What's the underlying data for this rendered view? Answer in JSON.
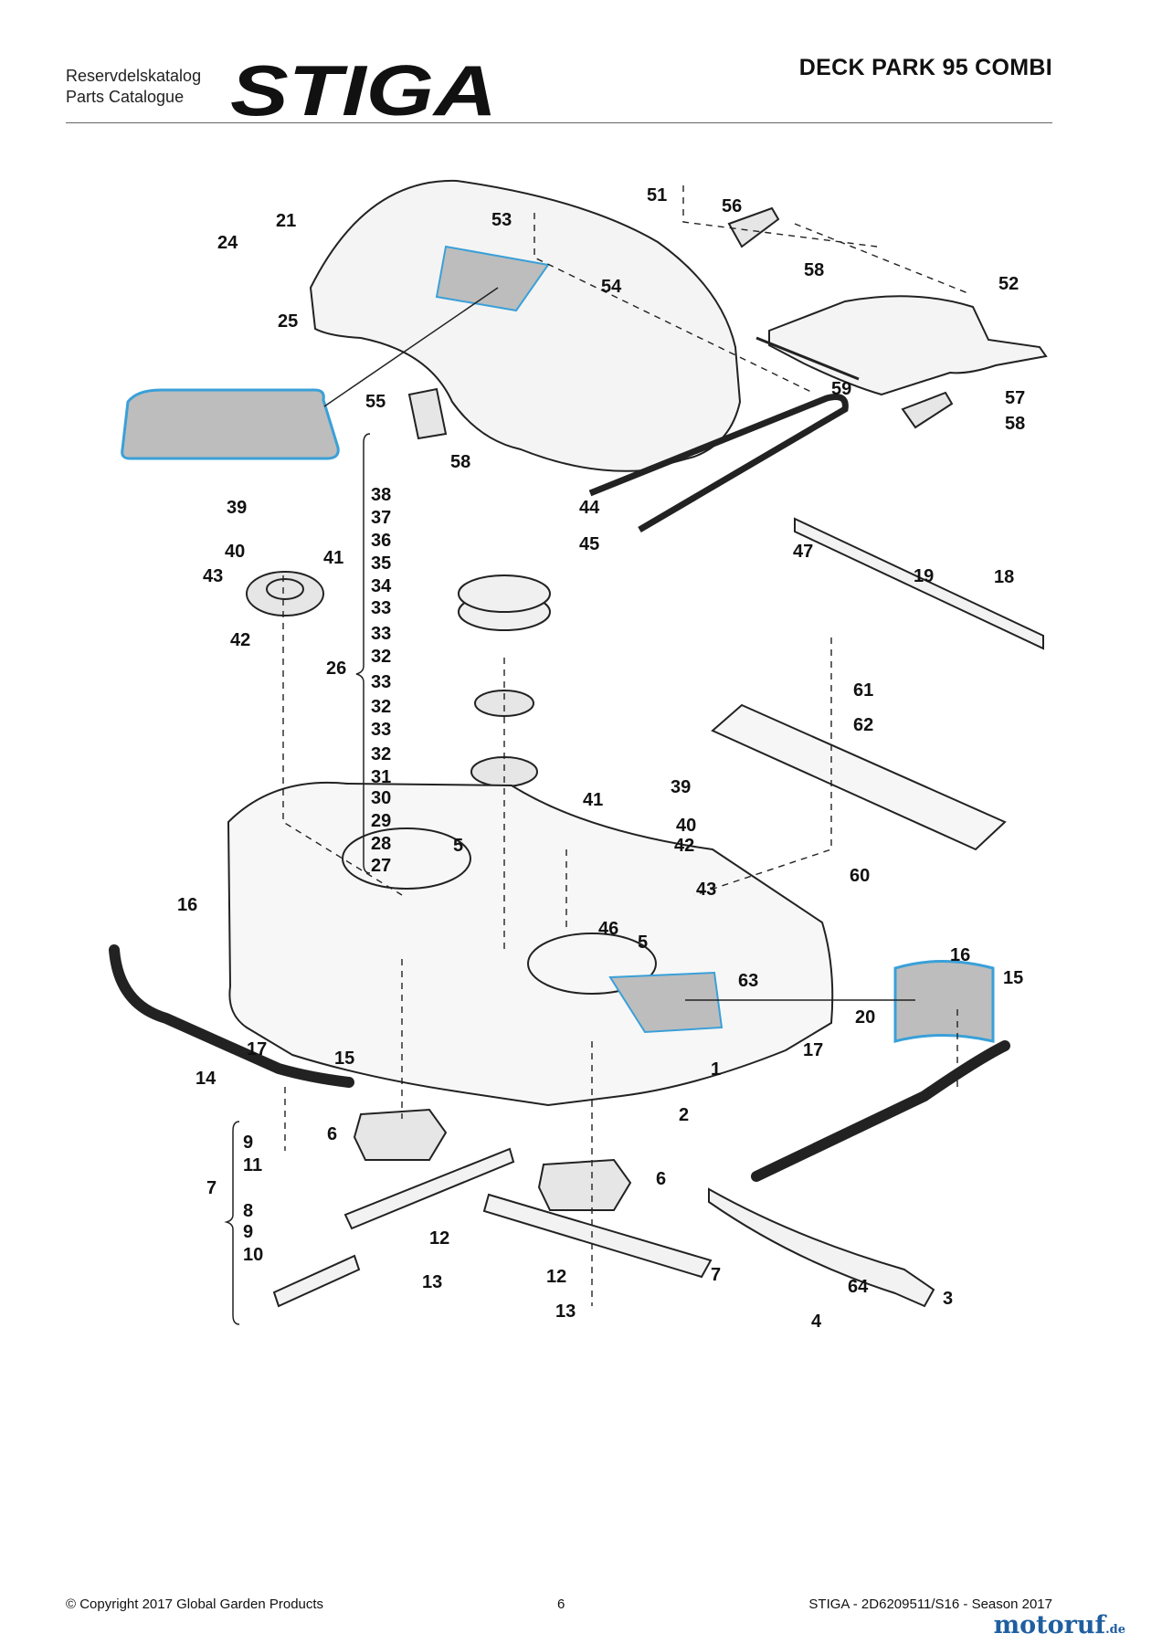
{
  "header": {
    "catalog_line_1": "Reservdelskatalog",
    "catalog_line_2": "Parts Catalogue",
    "logo_text": "STIGA",
    "title": "DECK PARK 95 COMBI"
  },
  "callouts": [
    "1",
    "2",
    "3",
    "4",
    "5",
    "5",
    "6",
    "6",
    "7",
    "7",
    "8",
    "9",
    "9",
    "10",
    "11",
    "12",
    "12",
    "13",
    "13",
    "14",
    "15",
    "15",
    "16",
    "16",
    "17",
    "17",
    "18",
    "19",
    "20",
    "21",
    "24",
    "25",
    "26",
    "27",
    "28",
    "29",
    "30",
    "31",
    "32",
    "32",
    "32",
    "33",
    "33",
    "33",
    "33",
    "34",
    "35",
    "36",
    "37",
    "38",
    "39",
    "39",
    "40",
    "40",
    "41",
    "41",
    "42",
    "42",
    "43",
    "43",
    "44",
    "45",
    "46",
    "47",
    "51",
    "52",
    "53",
    "54",
    "55",
    "56",
    "57",
    "58",
    "58",
    "58",
    "59",
    "60",
    "61",
    "62",
    "63",
    "64"
  ],
  "footer": {
    "copyright": "© Copyright 2017 Global Garden Products",
    "page_number": "6",
    "reference": "STIGA - 2D6209511/S16 - Season 2017"
  },
  "watermark": {
    "name": "motoruf",
    "tld": ".de"
  },
  "colors": {
    "decal_fill": "#bdbdbd",
    "decal_border": "#3aa0d8",
    "line": "#222222"
  }
}
